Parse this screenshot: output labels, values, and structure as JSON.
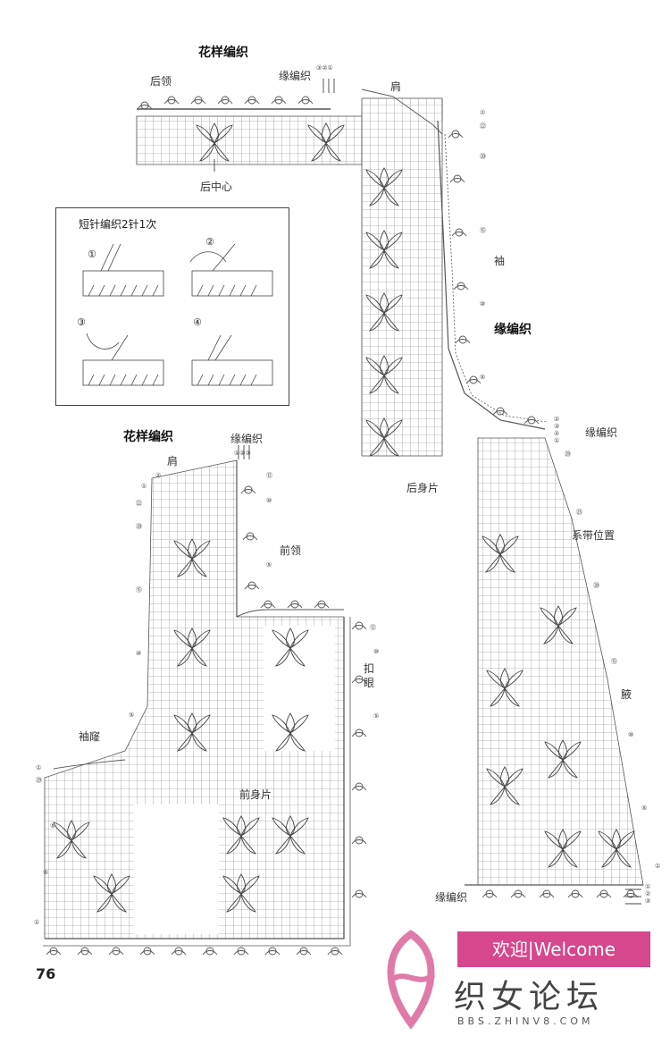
{
  "labels": {
    "pattern_top": "花样编织",
    "pattern_mid": "花样编织",
    "back_neck": "后领",
    "edge_top": "缘编织",
    "edge_top_rows": "③②①",
    "shoulder_top": "肩",
    "back_center": "后中心",
    "sleeve": "袖",
    "edge_sleeve": "缘编织",
    "edge_right": "缘编织",
    "back_piece": "后身片",
    "edge_mid": "缘编织",
    "edge_mid_rows": "①②③",
    "shoulder_mid": "肩",
    "front_neck": "前领",
    "buttonhole": "扣眼",
    "armhole": "袖窿",
    "front_piece": "前身片",
    "tie_position": "系带位置",
    "side": "腋",
    "edge_bottom": "缘编织",
    "page_number": "76"
  },
  "inset": {
    "title": "短针编织2针1次",
    "steps": [
      "①",
      "②",
      "③",
      "④"
    ]
  },
  "row_marks": {
    "back_sleeve": [
      "①",
      "㉒",
      "⑳",
      "⑮",
      "⑩",
      "⑤"
    ],
    "back_edge_rows": [
      "②",
      "③",
      "②",
      "①"
    ],
    "back_side": [
      "㉙",
      "㉕",
      "⑳",
      "⑮",
      "⑩",
      "⑤",
      "①"
    ],
    "bottom_rows": [
      "①",
      "②",
      "③"
    ],
    "front_left": [
      "①",
      "②",
      "㉒",
      "⑳",
      "⑮",
      "⑩",
      "⑤",
      "①",
      "㉙"
    ],
    "front_neck_right": [
      "⑫",
      "⑩",
      "⑤"
    ],
    "front_right": [
      "⑫",
      "⑩",
      "⑤"
    ],
    "front_bottom_left": [
      "⑤",
      "⑤",
      "①"
    ]
  },
  "banner": {
    "welcome": "欢迎|Welcome",
    "forum": "织女论坛",
    "url": "BBS.ZHINV8.COM"
  },
  "colors": {
    "line": "#555555",
    "accent": "#d6478d"
  }
}
